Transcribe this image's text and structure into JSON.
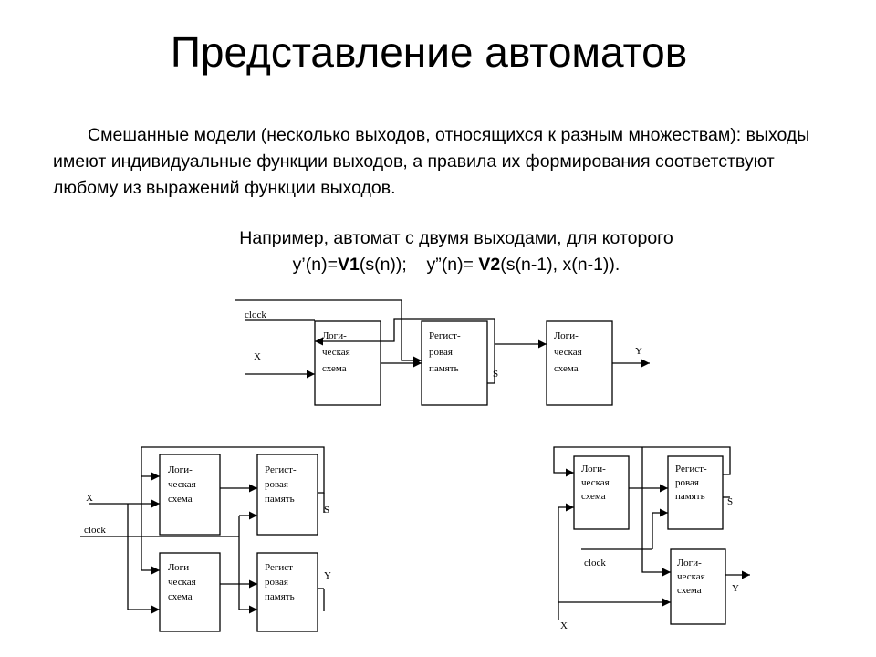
{
  "slide": {
    "title": "Представление автоматов",
    "paragraph": "Смешанные модели (несколько  выходов, относящихся к разным множествам): выходы имеют индивидуальные функции выходов, а правила их формирования соответствуют любому из выражений функции выходов.",
    "example_intro": "Например, автомат  с двумя выходами, для которого",
    "formula": {
      "p1": "y’(n)=",
      "v1": "V1",
      "p2": "(s(n));    y”(n)= ",
      "v2": "V2",
      "p3": "(s(n-1), x(n-1))."
    }
  },
  "blocks": {
    "logic": [
      "Логи-",
      "ческая",
      "схема"
    ],
    "register": [
      "Регист-",
      "ровая",
      "память"
    ]
  },
  "signals": {
    "clock": "clock",
    "x": "X",
    "y": "Y",
    "s": "S"
  }
}
